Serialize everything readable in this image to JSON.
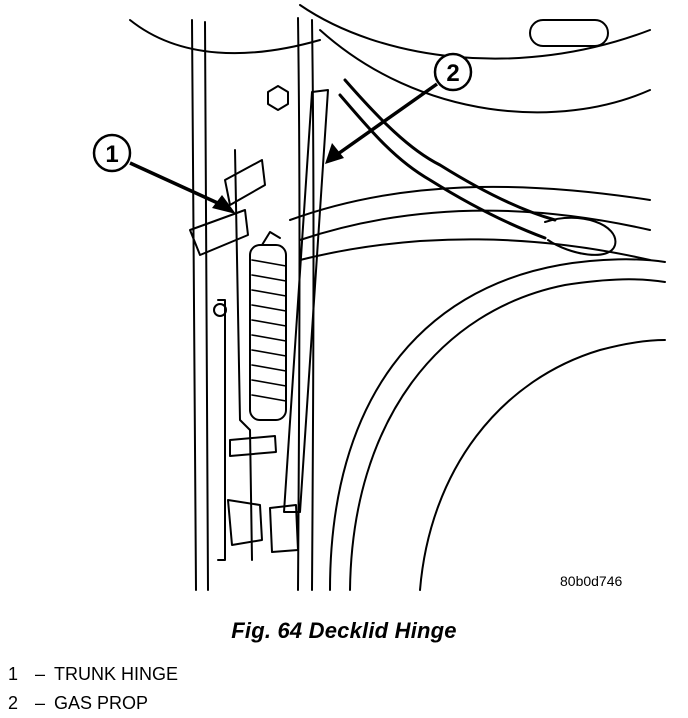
{
  "figure": {
    "image_code": "80b0d746",
    "caption": "Fig. 64 Decklid Hinge",
    "callouts": [
      {
        "number": "1",
        "label": "TRUNK HINGE"
      },
      {
        "number": "2",
        "label": "GAS PROP"
      }
    ]
  },
  "legend": [
    {
      "number": "1",
      "dash": "–",
      "label": "TRUNK HINGE"
    },
    {
      "number": "2",
      "dash": "–",
      "label": "GAS PROP"
    }
  ]
}
